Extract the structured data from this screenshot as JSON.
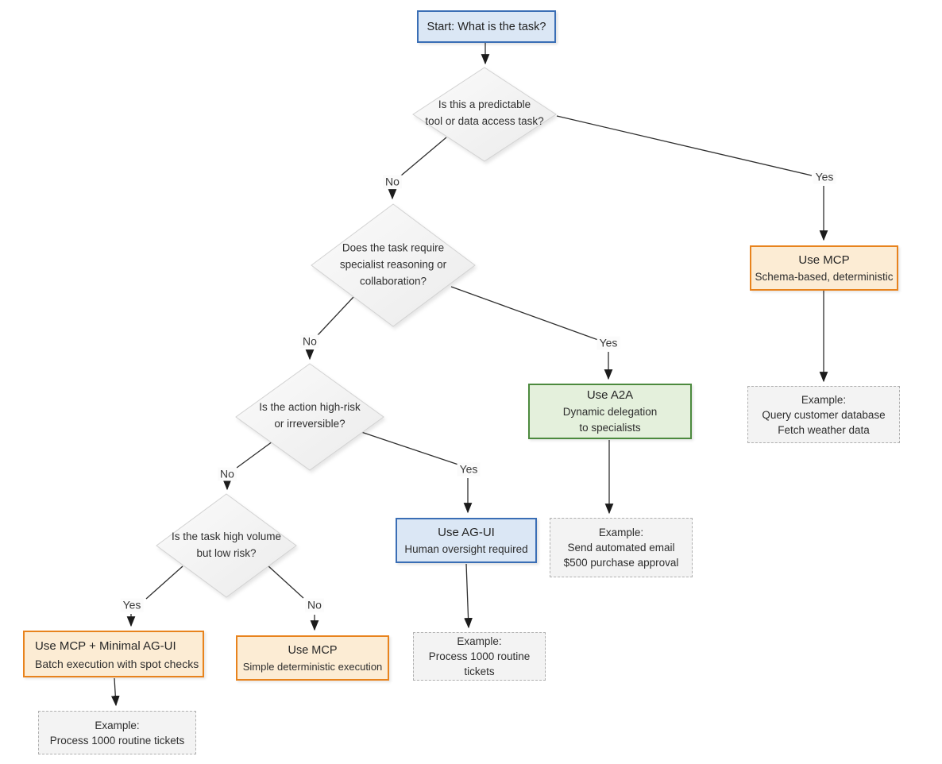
{
  "flowchart": {
    "start": {
      "label": "Start: What is the task?"
    },
    "decisions": {
      "d1": {
        "line1": "Is this a predictable",
        "line2": "tool or data access task?"
      },
      "d2": {
        "line1": "Does the task require",
        "line2": "specialist reasoning or",
        "line3": "collaboration?"
      },
      "d3": {
        "line1": "Is the action high-risk",
        "line2": "or irreversible?"
      },
      "d4": {
        "line1": "Is the task high volume",
        "line2": "but low risk?"
      }
    },
    "outcomes": {
      "mcp_schema": {
        "title": "Use MCP",
        "line1": "Schema-based, deterministic"
      },
      "a2a": {
        "title": "Use A2A",
        "line1": "Dynamic delegation",
        "line2": "to specialists"
      },
      "agui": {
        "title": "Use AG-UI",
        "line1": "Human oversight required"
      },
      "mcp_minimal": {
        "title": "Use MCP + Minimal AG-UI",
        "line1": "Batch execution with spot checks"
      },
      "mcp_simple": {
        "title": "Use MCP",
        "line1": "Simple deterministic execution"
      }
    },
    "examples": {
      "mcp_schema": {
        "heading": "Example:",
        "line1": "Query customer database",
        "line2": "Fetch weather data"
      },
      "a2a": {
        "heading": "Example:",
        "line1": "Send automated email",
        "line2": "$500 purchase approval"
      },
      "agui": {
        "heading": "Example:",
        "line1": "Process 1000 routine tickets"
      },
      "mcp_minimal": {
        "heading": "Example:",
        "line1": "Process 1000 routine tickets"
      }
    },
    "edge_labels": {
      "d1_no": "No",
      "d1_yes": "Yes",
      "d2_no": "No",
      "d2_yes": "Yes",
      "d3_no": "No",
      "d3_yes": "Yes",
      "d4_yes": "Yes",
      "d4_no": "No"
    },
    "colors": {
      "blue_fill": "#dbe7f5",
      "blue_border": "#3a6eb5",
      "orange_fill": "#fcecd4",
      "orange_border": "#e8831d",
      "green_fill": "#e4f0dc",
      "green_border": "#4c8a3e",
      "neutral_fill": "#f3f3f3",
      "neutral_border": "#b0b0b0",
      "connector": "#2f2f2f"
    }
  }
}
